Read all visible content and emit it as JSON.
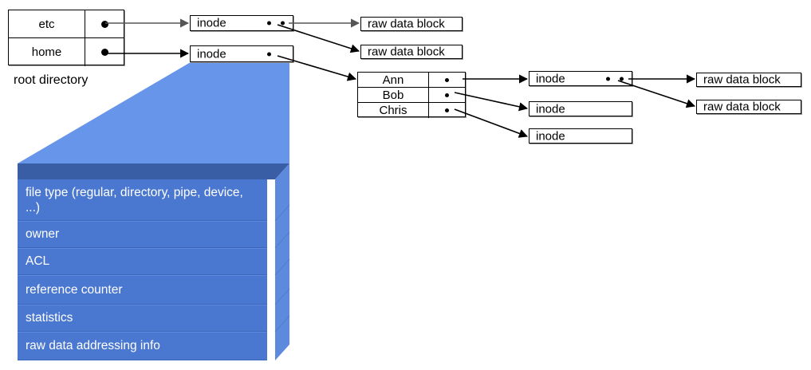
{
  "title": "File system inode structure diagram",
  "colors": {
    "slab_face": "#4a77cf",
    "slab_side": "#5e8ade",
    "slab_top": "#3a5ea6",
    "cone": "#6795ea",
    "box_border": "#000000",
    "box_fill": "#ffffff",
    "text": "#000000",
    "slab_text": "#ffffff"
  },
  "root_directory": {
    "caption": "root directory",
    "rows": [
      {
        "name": "etc",
        "pointer": "dot"
      },
      {
        "name": "home",
        "pointer": "dot"
      }
    ]
  },
  "home_directory": {
    "rows": [
      {
        "name": "Ann",
        "pointer": "dot"
      },
      {
        "name": "Bob",
        "pointer": "dot"
      },
      {
        "name": "Chris",
        "pointer": "dot"
      }
    ]
  },
  "inodes": [
    {
      "id": "inode-etc",
      "label": "inode",
      "pointers": 2
    },
    {
      "id": "inode-home",
      "label": "inode",
      "pointers": 1
    },
    {
      "id": "inode-ann",
      "label": "inode",
      "pointers": 2
    },
    {
      "id": "inode-bob",
      "label": "inode",
      "pointers": 0
    },
    {
      "id": "inode-chris",
      "label": "inode",
      "pointers": 0
    }
  ],
  "data_blocks": [
    {
      "id": "rdb-etc-1",
      "label": "raw data block"
    },
    {
      "id": "rdb-etc-2",
      "label": "raw data block"
    },
    {
      "id": "rdb-ann-1",
      "label": "raw data block"
    },
    {
      "id": "rdb-ann-2",
      "label": "raw data block"
    }
  ],
  "inode_detail": {
    "fields": [
      "file type (regular, directory, pipe, device, ...)",
      "owner",
      "ACL",
      "reference counter",
      "statistics",
      "raw data addressing info"
    ]
  }
}
